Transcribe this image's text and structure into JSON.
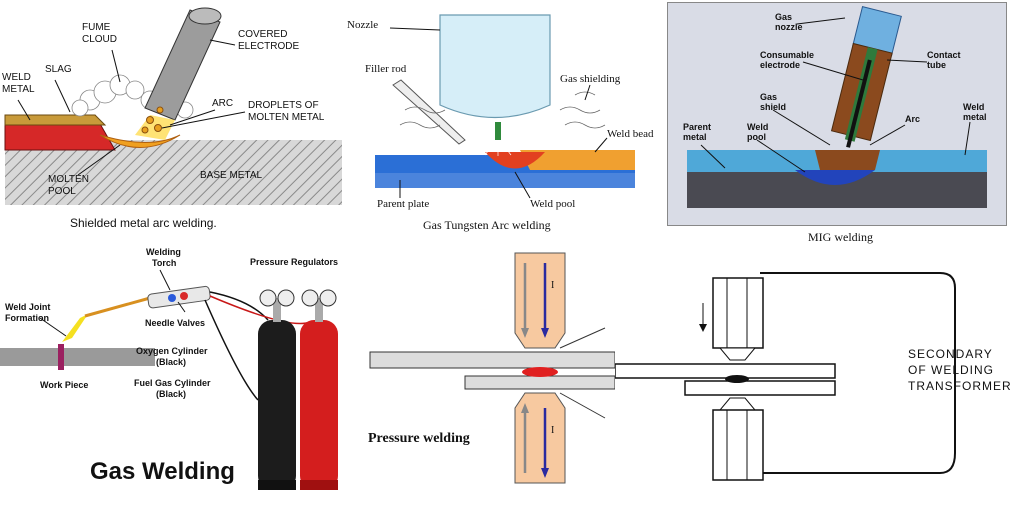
{
  "smaw": {
    "caption": "Shielded metal arc welding.",
    "labels": {
      "fume_cloud": [
        "FUME",
        "CLOUD"
      ],
      "covered_electrode": [
        "COVERED",
        "ELECTRODE"
      ],
      "slag": "SLAG",
      "weld_metal": [
        "WELD",
        "METAL"
      ],
      "arc": "ARC",
      "droplets": [
        "DROPLETS OF",
        "MOLTEN METAL"
      ],
      "molten_pool": [
        "MOLTEN",
        "POOL"
      ],
      "base_metal": "BASE METAL"
    }
  },
  "gtaw": {
    "caption": "Gas Tungsten Arc welding",
    "labels": {
      "nozzle": "Nozzle",
      "filler_rod": "Filler rod",
      "gas_shielding": "Gas shielding",
      "weld_bead": "Weld bead",
      "parent_plate": "Parent plate",
      "weld_pool": "Weld pool"
    }
  },
  "mig": {
    "caption": "MIG welding",
    "labels": {
      "gas_nozzle": [
        "Gas",
        "nozzle"
      ],
      "consumable_electrode": [
        "Consumable",
        "electrode"
      ],
      "contact_tube": [
        "Contact",
        "tube"
      ],
      "gas_shield": [
        "Gas",
        "shield"
      ],
      "arc": "Arc",
      "weld_metal": [
        "Weld",
        "metal"
      ],
      "parent_metal": [
        "Parent",
        "metal"
      ],
      "weld_pool": [
        "Weld",
        "pool"
      ]
    }
  },
  "gas_welding": {
    "title": "Gas Welding",
    "labels": {
      "welding_torch": [
        "Welding",
        "Torch"
      ],
      "pressure_regulators": "Pressure Regulators",
      "weld_joint_formation": [
        "Weld Joint",
        "Formation"
      ],
      "needle_valves": "Needle Valves",
      "oxygen_cylinder": [
        "Oxygen Cylinder",
        "(Black)"
      ],
      "fuel_gas_cylinder": [
        "Fuel Gas Cylinder",
        "(Black)"
      ],
      "work_piece": "Work Piece"
    }
  },
  "pressure_welding": {
    "caption": "Pressure welding",
    "electrode_marks": [
      "I",
      "I"
    ]
  },
  "resistance": {
    "labels": [
      "SECONDARY",
      "OF WELDING",
      "TRANSFORMER"
    ]
  }
}
